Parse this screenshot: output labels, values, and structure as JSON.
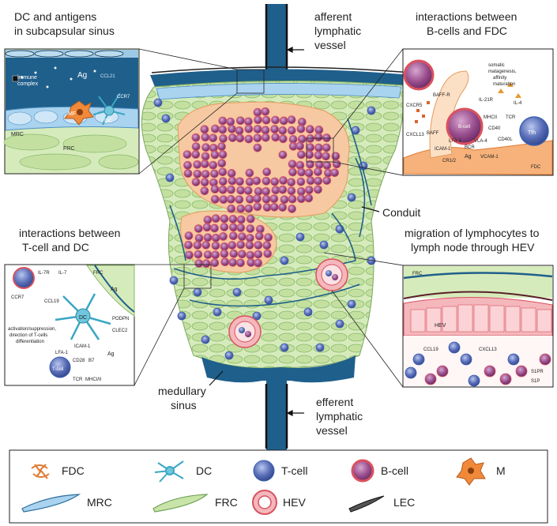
{
  "titles": {
    "dc_antigens": [
      "DC and antigens",
      "in subcapsular sinus"
    ],
    "afferent": [
      "afferent",
      "lymphatic",
      "vessel"
    ],
    "bcell_fdc": [
      "interactions between",
      "B-cells and FDC"
    ],
    "tcell_dc": [
      "interactions between",
      "T-cell and DC"
    ],
    "migration": [
      "migration of lymphocytes to",
      "lymph node through HEV"
    ],
    "conduit": "Conduit",
    "medullary": [
      "medullary",
      "sinus"
    ],
    "efferent": [
      "efferent",
      "lymphatic",
      "vessel"
    ]
  },
  "inset_dc": {
    "immune_complex": [
      "immune",
      "complex"
    ],
    "ag": "Ag",
    "ccl21": "CCL21",
    "ccr7": "CCR7",
    "mf": "MF",
    "dc": "DC",
    "mrc": "MRC",
    "frc": "FRC"
  },
  "inset_bcell": {
    "somatic": [
      "somatic",
      "matagenesis,",
      "affinity",
      "maturation"
    ],
    "cxcr5": "CXCR5",
    "baffr": "BAFF-R",
    "cxcl13": "CXCL13",
    "baff": "BAFF",
    "il21r": "IL-21R",
    "il4": "IL-4",
    "mhcii": "MHCII",
    "tcr": "TCR",
    "bcell": "B-cell",
    "cd40": "CD40",
    "cd40l": "CD40L",
    "lfa1": "LFA-1",
    "icam1": "ICAM-1",
    "bcr": "BCR",
    "vla4": "VLA-4",
    "cr12": "CR1/2",
    "ag": "Ag",
    "vcam1": "VCAM-1",
    "tfh": "Tfh",
    "fdc": "FDC"
  },
  "inset_tcell": {
    "il7r": "IL-7R",
    "il7": "IL-7",
    "frc": "FRC",
    "ccr7": "CCR7",
    "ccl19": "CCL19",
    "ag_top": "Ag",
    "dc": "DC",
    "podpn": "PODPN",
    "clec2": "CLEC2",
    "activation": [
      "activation/suppression,",
      "direction of T-cells",
      "differentiation"
    ],
    "lfa1": "LFA-1",
    "icam1": "ICAM-1",
    "cd28": "CD28",
    "b7": "B7",
    "ag_bottom": "Ag",
    "tcell": "T-cell",
    "tcr": "TCR",
    "mhc": "MHCI/II"
  },
  "inset_hev": {
    "frc": "FRC",
    "hev": "HEV",
    "ccl19": "CCL19",
    "cxcl13": "CXCL13",
    "s1pr": "S1PR",
    "s1p": "S1P"
  },
  "legend": [
    {
      "label": "FDC",
      "icon": "fdc-icon"
    },
    {
      "label": "DC",
      "icon": "dc-icon"
    },
    {
      "label": "T-cell",
      "icon": "t-cell-icon"
    },
    {
      "label": "B-cell",
      "icon": "b-cell-icon"
    },
    {
      "label": "M",
      "icon": "macrophage-icon"
    },
    {
      "label": "MRC",
      "icon": "mrc-icon"
    },
    {
      "label": "FRC",
      "icon": "frc-icon"
    },
    {
      "label": "HEV",
      "icon": "hev-icon"
    },
    {
      "label": "LEC",
      "icon": "lec-icon"
    }
  ],
  "colors": {
    "lymph_blue": "#1f5f8b",
    "frc_green": "#c9e4a8",
    "frc_stroke": "#6fa35a",
    "mrc_blue": "#a9d3ef",
    "bcell_fill": "#9a4f8e",
    "bcell_ring": "#d9525f",
    "tcell_fill": "#5b6fb8",
    "fdc_orange": "#f6b27a",
    "hev_red": "#e8707a",
    "macrophage_orange": "#f08a3a"
  }
}
